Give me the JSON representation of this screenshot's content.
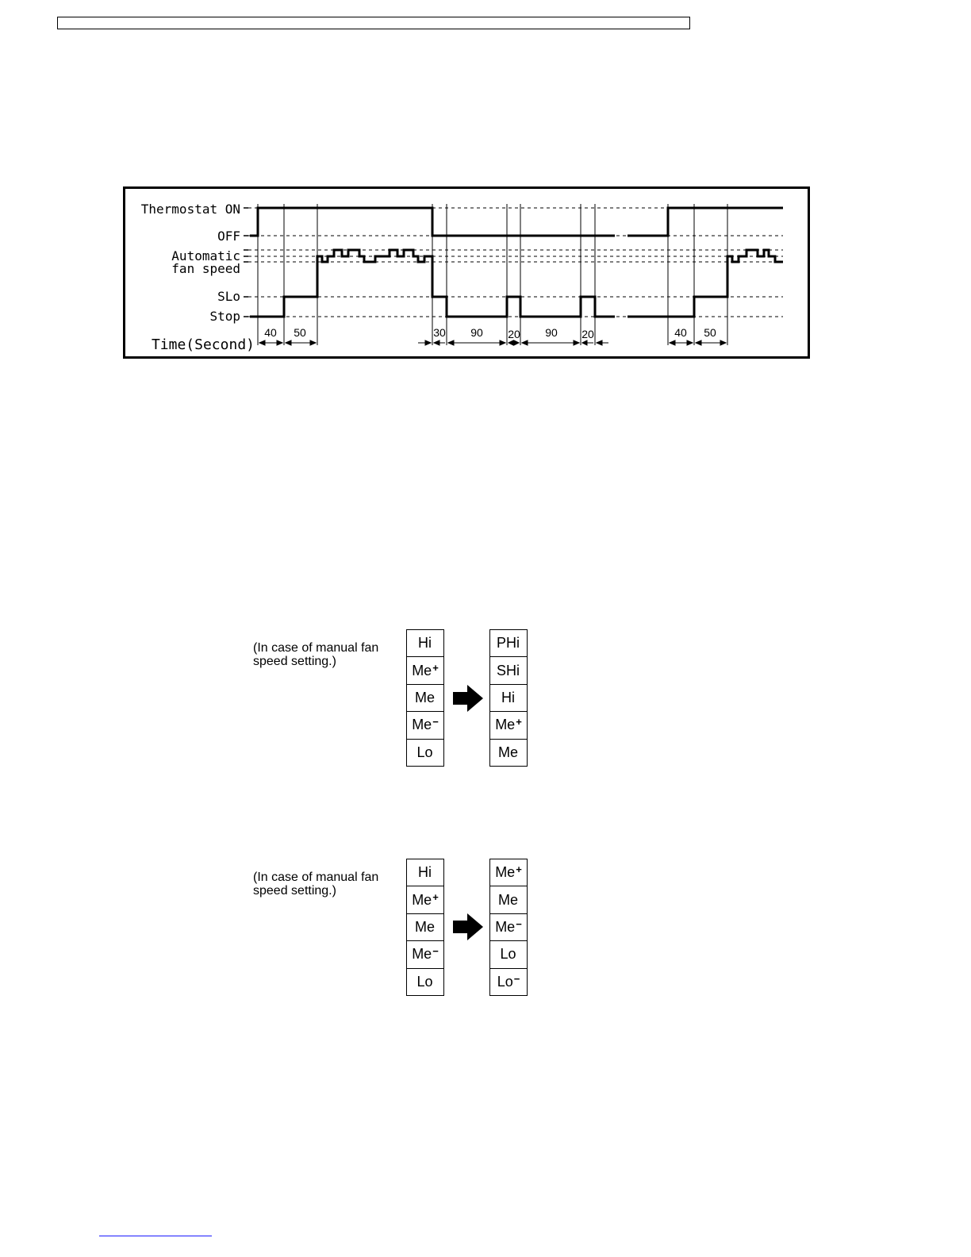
{
  "timing_chart": {
    "labels": {
      "thermostat_on": "Thermostat ON",
      "off": "OFF",
      "auto_line1": "Automatic",
      "auto_line2": "fan speed",
      "slo": "SLo",
      "stop": "Stop",
      "time": "Time(Second)"
    },
    "durations": [
      "40",
      "50",
      "30",
      "90",
      "20",
      "90",
      "20",
      "40",
      "50"
    ]
  },
  "fan_table_1": {
    "note_line1": "(In case of manual fan",
    "note_line2": "speed setting.)",
    "before": [
      {
        "text": "Hi",
        "sup": ""
      },
      {
        "text": "Me",
        "sup": "+"
      },
      {
        "text": "Me",
        "sup": ""
      },
      {
        "text": "Me",
        "sup": "−"
      },
      {
        "text": "Lo",
        "sup": ""
      }
    ],
    "after": [
      {
        "text": "PHi",
        "sup": ""
      },
      {
        "text": "SHi",
        "sup": ""
      },
      {
        "text": "Hi",
        "sup": ""
      },
      {
        "text": "Me",
        "sup": "+"
      },
      {
        "text": "Me",
        "sup": ""
      }
    ]
  },
  "fan_table_2": {
    "note_line1": "(In case of manual fan",
    "note_line2": "speed setting.)",
    "before": [
      {
        "text": "Hi",
        "sup": ""
      },
      {
        "text": "Me",
        "sup": "+"
      },
      {
        "text": "Me",
        "sup": ""
      },
      {
        "text": "Me",
        "sup": "−"
      },
      {
        "text": "Lo",
        "sup": ""
      }
    ],
    "after": [
      {
        "text": "Me",
        "sup": "+"
      },
      {
        "text": "Me",
        "sup": ""
      },
      {
        "text": "Me",
        "sup": "−"
      },
      {
        "text": "Lo",
        "sup": ""
      },
      {
        "text": "Lo",
        "sup": "−"
      }
    ]
  }
}
